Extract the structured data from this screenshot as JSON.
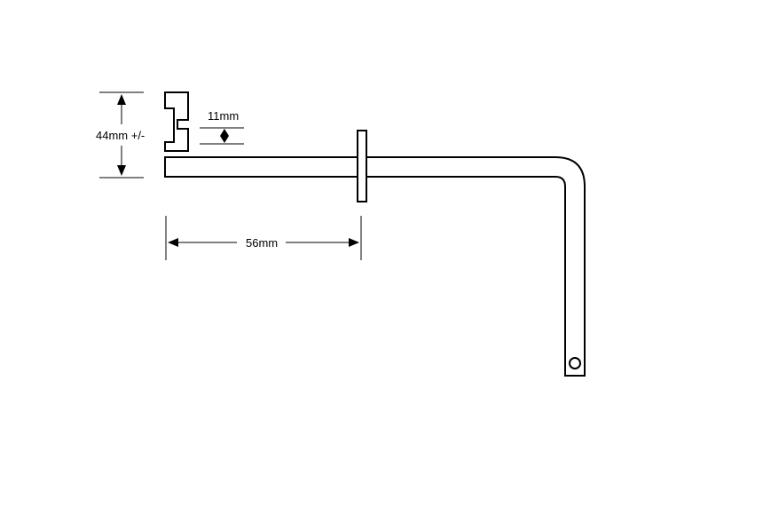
{
  "dimensions": {
    "height_label": "44mm +/-",
    "gap_label": "11mm",
    "length_label": "56mm"
  },
  "colors": {
    "line": "#000000",
    "background": "#ffffff"
  }
}
